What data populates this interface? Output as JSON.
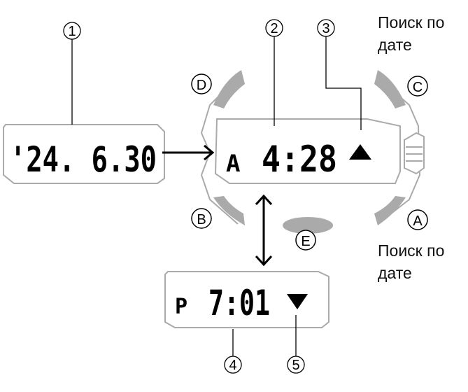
{
  "callouts": [
    "1",
    "2",
    "3",
    "4",
    "5"
  ],
  "buttons": {
    "a": "A",
    "b": "B",
    "c": "C",
    "d": "D",
    "e": "E"
  },
  "displays": {
    "date": "'24. 6.30",
    "main": {
      "indicator": "A",
      "time": "4:28",
      "icon": "triangle-up-icon"
    },
    "bottom": {
      "indicator": "P",
      "time": "7:01",
      "icon": "triangle-down-icon"
    }
  },
  "captions": {
    "top": [
      "Поиск по",
      "дате"
    ],
    "bottom": [
      "Поиск по",
      "дате"
    ]
  }
}
